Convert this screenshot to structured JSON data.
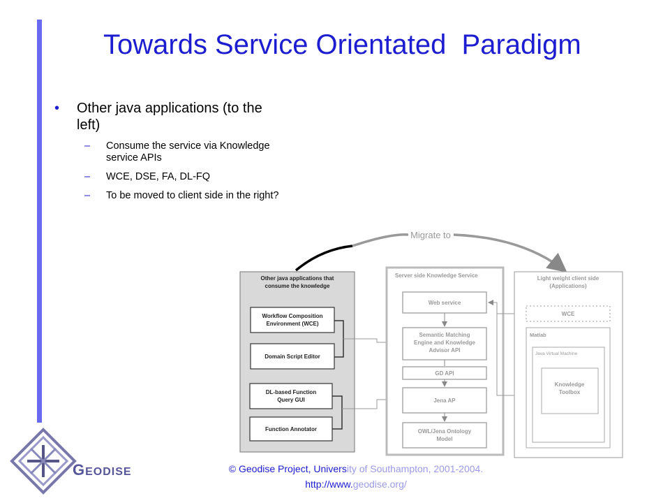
{
  "slide": {
    "title": "Towards Service Orientated  Paradigm",
    "bullets": [
      {
        "text": "Other java applications (to the left)",
        "sub": [
          "Consume the service via Knowledge service APIs",
          "WCE, DSE, FA, DL-FQ",
          "To be moved to client side in the right?"
        ]
      }
    ]
  },
  "diagram": {
    "migrate_label": "Migrate to",
    "left_panel": {
      "title": "Other java applications that consume the knowledge",
      "boxes": [
        "Workflow Composition Environment (WCE)",
        "Domain Script Editor",
        "DL-based Function Query GUI",
        "Function Annotator"
      ]
    },
    "middle_panel": {
      "title": "Server side Knowledge Service",
      "boxes": [
        "Web service",
        "Semantic Matching Engine and Knowledge Advisor API",
        "GD API",
        "Jena AP",
        "OWL/Jena Ontology Model"
      ]
    },
    "right_panel": {
      "title": "Light weight client side (Applications)",
      "wce": "WCE",
      "matlab": "Matlab",
      "jvm": "Java Virtual Machine",
      "toolbox": "Knowledge Toolbox"
    }
  },
  "footer": {
    "line1_dark": "© Geodise Project, Univers",
    "line1_light": "ity of Southampton, 2001-2004.",
    "line2_dark": "http://www.",
    "line2_light": "geodise.org/"
  },
  "logo": {
    "first_letter": "G",
    "rest": "EODISE"
  },
  "colors": {
    "title": "#1c1cd0",
    "accent_bar": "#6a6af0",
    "diagram_gray": "#999999"
  }
}
